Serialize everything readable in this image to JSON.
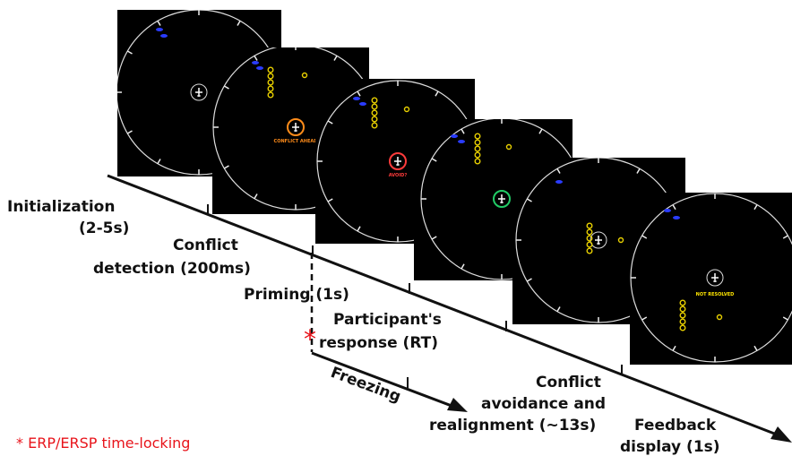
{
  "phases": [
    {
      "line1": "Initialization",
      "line2": "(2-5s)"
    },
    {
      "line1": "Conflict",
      "line2": "detection (200ms)"
    },
    {
      "line1": "Priming (1s)"
    },
    {
      "line1": "Participant's",
      "line2": "response (RT)"
    },
    {
      "line1": "Conflict",
      "line2": "avoidance and",
      "line3": "realignment (~13s)"
    },
    {
      "line1": "Feedback",
      "line2": "display (1s)"
    }
  ],
  "freezing_label": "Freezing",
  "marker": "*",
  "footnote": "* ERP/ERSP time-locking",
  "panels": [
    {
      "id": "initialization",
      "status_text": "",
      "ring_color": "#dddddd"
    },
    {
      "id": "conflict-detection",
      "status_text": "CONFLICT AHEAD",
      "ring_color": "#ff8c1a",
      "status_color": "#ff8c1a"
    },
    {
      "id": "priming",
      "status_text": "AVOID?",
      "ring_color": "#ff3b3b",
      "status_color": "#ff3b3b"
    },
    {
      "id": "response",
      "status_text": "",
      "ring_color": "#22cc66"
    },
    {
      "id": "avoidance",
      "status_text": "",
      "ring_color": "#dddddd"
    },
    {
      "id": "feedback",
      "status_text": "NOT RESOLVED",
      "ring_color": "#dddddd",
      "status_color": "#ffe600"
    }
  ],
  "colors": {
    "panel_bg": "#000000",
    "radar_ring": "#dddddd",
    "aircraft_blue": "#2a3cff",
    "aircraft_yellow": "#e8d000",
    "arrow": "#111111",
    "annotation_red": "#e8141b"
  }
}
